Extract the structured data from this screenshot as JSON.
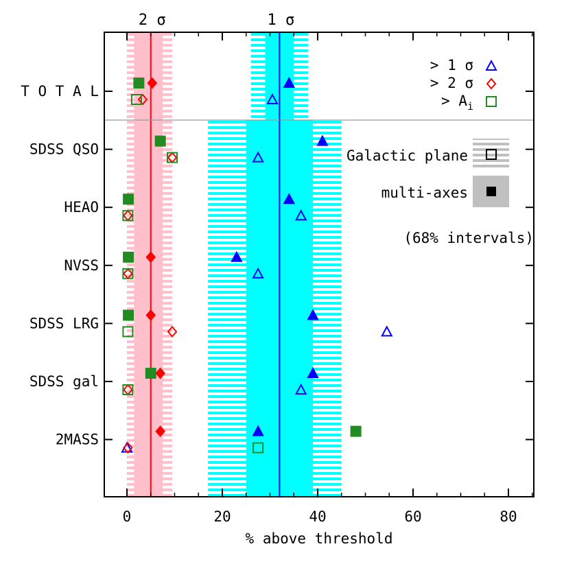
{
  "chart_data": {
    "type": "scatter",
    "xlabel": "% above threshold",
    "ylabel": "",
    "xlim": [
      -5,
      85
    ],
    "xticks": [
      0,
      20,
      40,
      60,
      80
    ],
    "rows": [
      "TOTAL",
      "SDSS QSO",
      "HEAO",
      "NVSS",
      "SDSS LRG",
      "SDSS gal",
      "2MASS"
    ],
    "row_labels": [
      "T O T A L",
      "SDSS QSO",
      "HEAO",
      "NVSS",
      "SDSS LRG",
      "SDSS gal",
      "2MASS"
    ],
    "top_labels": [
      {
        "text": "2 σ",
        "x": 5
      },
      {
        "text": "1 σ",
        "x": 32
      }
    ],
    "legend": {
      "series": [
        {
          "label": "> 1 σ",
          "marker": "triangle",
          "color": "#0000ff"
        },
        {
          "label": "> 2 σ",
          "marker": "diamond",
          "color": "#ff0000"
        },
        {
          "label": "> A",
          "subscript": "i",
          "marker": "square",
          "color": "#228b22"
        }
      ],
      "types": [
        {
          "label": "Galactic plane",
          "fill": "open",
          "band": "hatched"
        },
        {
          "label": "multi-axes",
          "fill": "filled",
          "band": "solid"
        }
      ],
      "note": "(68% intervals)",
      "position": "top-right"
    },
    "vertical_lines": [
      {
        "name": "2 σ",
        "x": 5,
        "color": "#ff0000"
      },
      {
        "name": "1 σ",
        "x": 32,
        "color": "#0000ff"
      }
    ],
    "bands": [
      {
        "name": "2 σ multi-axes",
        "x": [
          1.5,
          7.5
        ],
        "style": "solid",
        "color": "#ffc0cb",
        "span": "all"
      },
      {
        "name": "2 σ Galactic plane",
        "x": [
          0,
          9.5
        ],
        "style": "hatched",
        "color": "#ffc0cb",
        "span": "all"
      },
      {
        "name": "1 σ multi-axes (TOTAL)",
        "x": [
          29,
          35
        ],
        "style": "solid",
        "color": "#00ffff",
        "span": "total"
      },
      {
        "name": "1 σ Galactic plane (TOTAL)",
        "x": [
          26,
          38
        ],
        "style": "hatched",
        "color": "#00ffff",
        "span": "total"
      },
      {
        "name": "1 σ multi-axes (catalogs)",
        "x": [
          25,
          39
        ],
        "style": "solid",
        "color": "#00ffff",
        "span": "catalogs"
      },
      {
        "name": "1 σ Galactic plane (catalogs)",
        "x": [
          17,
          45
        ],
        "style": "hatched",
        "color": "#00ffff",
        "span": "catalogs"
      }
    ],
    "series": [
      {
        "name": "> 1 σ",
        "marker": "triangle",
        "color": "#0000ff",
        "points": [
          {
            "row": "TOTAL",
            "type": "galactic plane",
            "x": 30.5
          },
          {
            "row": "TOTAL",
            "type": "multi-axes",
            "x": 34
          },
          {
            "row": "SDSS QSO",
            "type": "galactic plane",
            "x": 27.5
          },
          {
            "row": "SDSS QSO",
            "type": "multi-axes",
            "x": 41
          },
          {
            "row": "HEAO",
            "type": "multi-axes",
            "x": 34
          },
          {
            "row": "HEAO",
            "type": "galactic plane",
            "x": 36.5
          },
          {
            "row": "NVSS",
            "type": "multi-axes",
            "x": 23
          },
          {
            "row": "NVSS",
            "type": "galactic plane",
            "x": 27.5
          },
          {
            "row": "SDSS LRG",
            "type": "multi-axes",
            "x": 39
          },
          {
            "row": "SDSS LRG",
            "type": "galactic plane",
            "x": 54.5
          },
          {
            "row": "SDSS gal",
            "type": "galactic plane",
            "x": 36.5
          },
          {
            "row": "SDSS gal",
            "type": "multi-axes",
            "x": 39
          },
          {
            "row": "2MASS",
            "type": "galactic plane",
            "x": 0
          },
          {
            "row": "2MASS",
            "type": "multi-axes",
            "x": 27.5
          }
        ]
      },
      {
        "name": "> 2 σ",
        "marker": "diamond",
        "color": "#ff0000",
        "points": [
          {
            "row": "TOTAL",
            "type": "galactic plane",
            "x": 3.3
          },
          {
            "row": "TOTAL",
            "type": "multi-axes",
            "x": 5.3
          },
          {
            "row": "SDSS QSO",
            "type": "multi-axes",
            "x": 7
          },
          {
            "row": "SDSS QSO",
            "type": "galactic plane",
            "x": 9.5
          },
          {
            "row": "HEAO",
            "type": "multi-axes",
            "x": 0.2
          },
          {
            "row": "HEAO",
            "type": "galactic plane",
            "x": 0.2
          },
          {
            "row": "NVSS",
            "type": "galactic plane",
            "x": 0.2
          },
          {
            "row": "NVSS",
            "type": "multi-axes",
            "x": 5
          },
          {
            "row": "SDSS LRG",
            "type": "multi-axes",
            "x": 5
          },
          {
            "row": "SDSS LRG",
            "type": "galactic plane",
            "x": 9.5
          },
          {
            "row": "SDSS gal",
            "type": "galactic plane",
            "x": 0.2
          },
          {
            "row": "SDSS gal",
            "type": "multi-axes",
            "x": 7
          },
          {
            "row": "2MASS",
            "type": "galactic plane",
            "x": 0.2
          },
          {
            "row": "2MASS",
            "type": "multi-axes",
            "x": 7
          }
        ]
      },
      {
        "name": "> Ai",
        "marker": "square",
        "color": "#228b22",
        "points": [
          {
            "row": "TOTAL",
            "type": "multi-axes",
            "x": 2.5
          },
          {
            "row": "TOTAL",
            "type": "galactic plane",
            "x": 2
          },
          {
            "row": "SDSS QSO",
            "type": "multi-axes",
            "x": 7
          },
          {
            "row": "SDSS QSO",
            "type": "galactic plane",
            "x": 9.5
          },
          {
            "row": "HEAO",
            "type": "multi-axes",
            "x": 0.3
          },
          {
            "row": "HEAO",
            "type": "galactic plane",
            "x": 0.2
          },
          {
            "row": "NVSS",
            "type": "multi-axes",
            "x": 0.3
          },
          {
            "row": "NVSS",
            "type": "galactic plane",
            "x": 0.2
          },
          {
            "row": "SDSS LRG",
            "type": "multi-axes",
            "x": 0.3
          },
          {
            "row": "SDSS LRG",
            "type": "galactic plane",
            "x": 0.2
          },
          {
            "row": "SDSS gal",
            "type": "multi-axes",
            "x": 5
          },
          {
            "row": "SDSS gal",
            "type": "galactic plane",
            "x": 0.2
          },
          {
            "row": "2MASS",
            "type": "galactic plane",
            "x": 27.5
          },
          {
            "row": "2MASS",
            "type": "multi-axes",
            "x": 48
          }
        ]
      }
    ]
  }
}
